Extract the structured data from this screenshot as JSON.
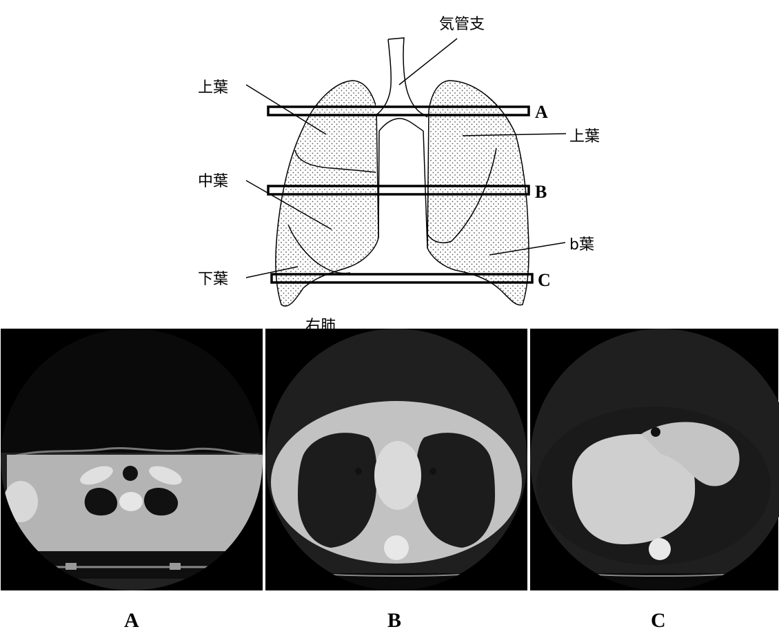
{
  "diagram": {
    "labels": {
      "bronchus": "気管支",
      "right_upper_lobe": "上葉",
      "right_middle_lobe": "中葉",
      "right_lower_lobe": "下葉",
      "left_upper_lobe": "上葉",
      "left_b_lobe": "b葉",
      "right_lung": "右肺"
    },
    "slice_markers": [
      "A",
      "B",
      "C"
    ]
  },
  "ct_panels": [
    {
      "label": "A"
    },
    {
      "label": "B"
    },
    {
      "label": "C"
    }
  ],
  "colors": {
    "lung_dot": "#555555",
    "ct_background": "#000000",
    "ct_soft_tissue": "#b8b8b8",
    "ct_air": "#1c1c1c"
  }
}
